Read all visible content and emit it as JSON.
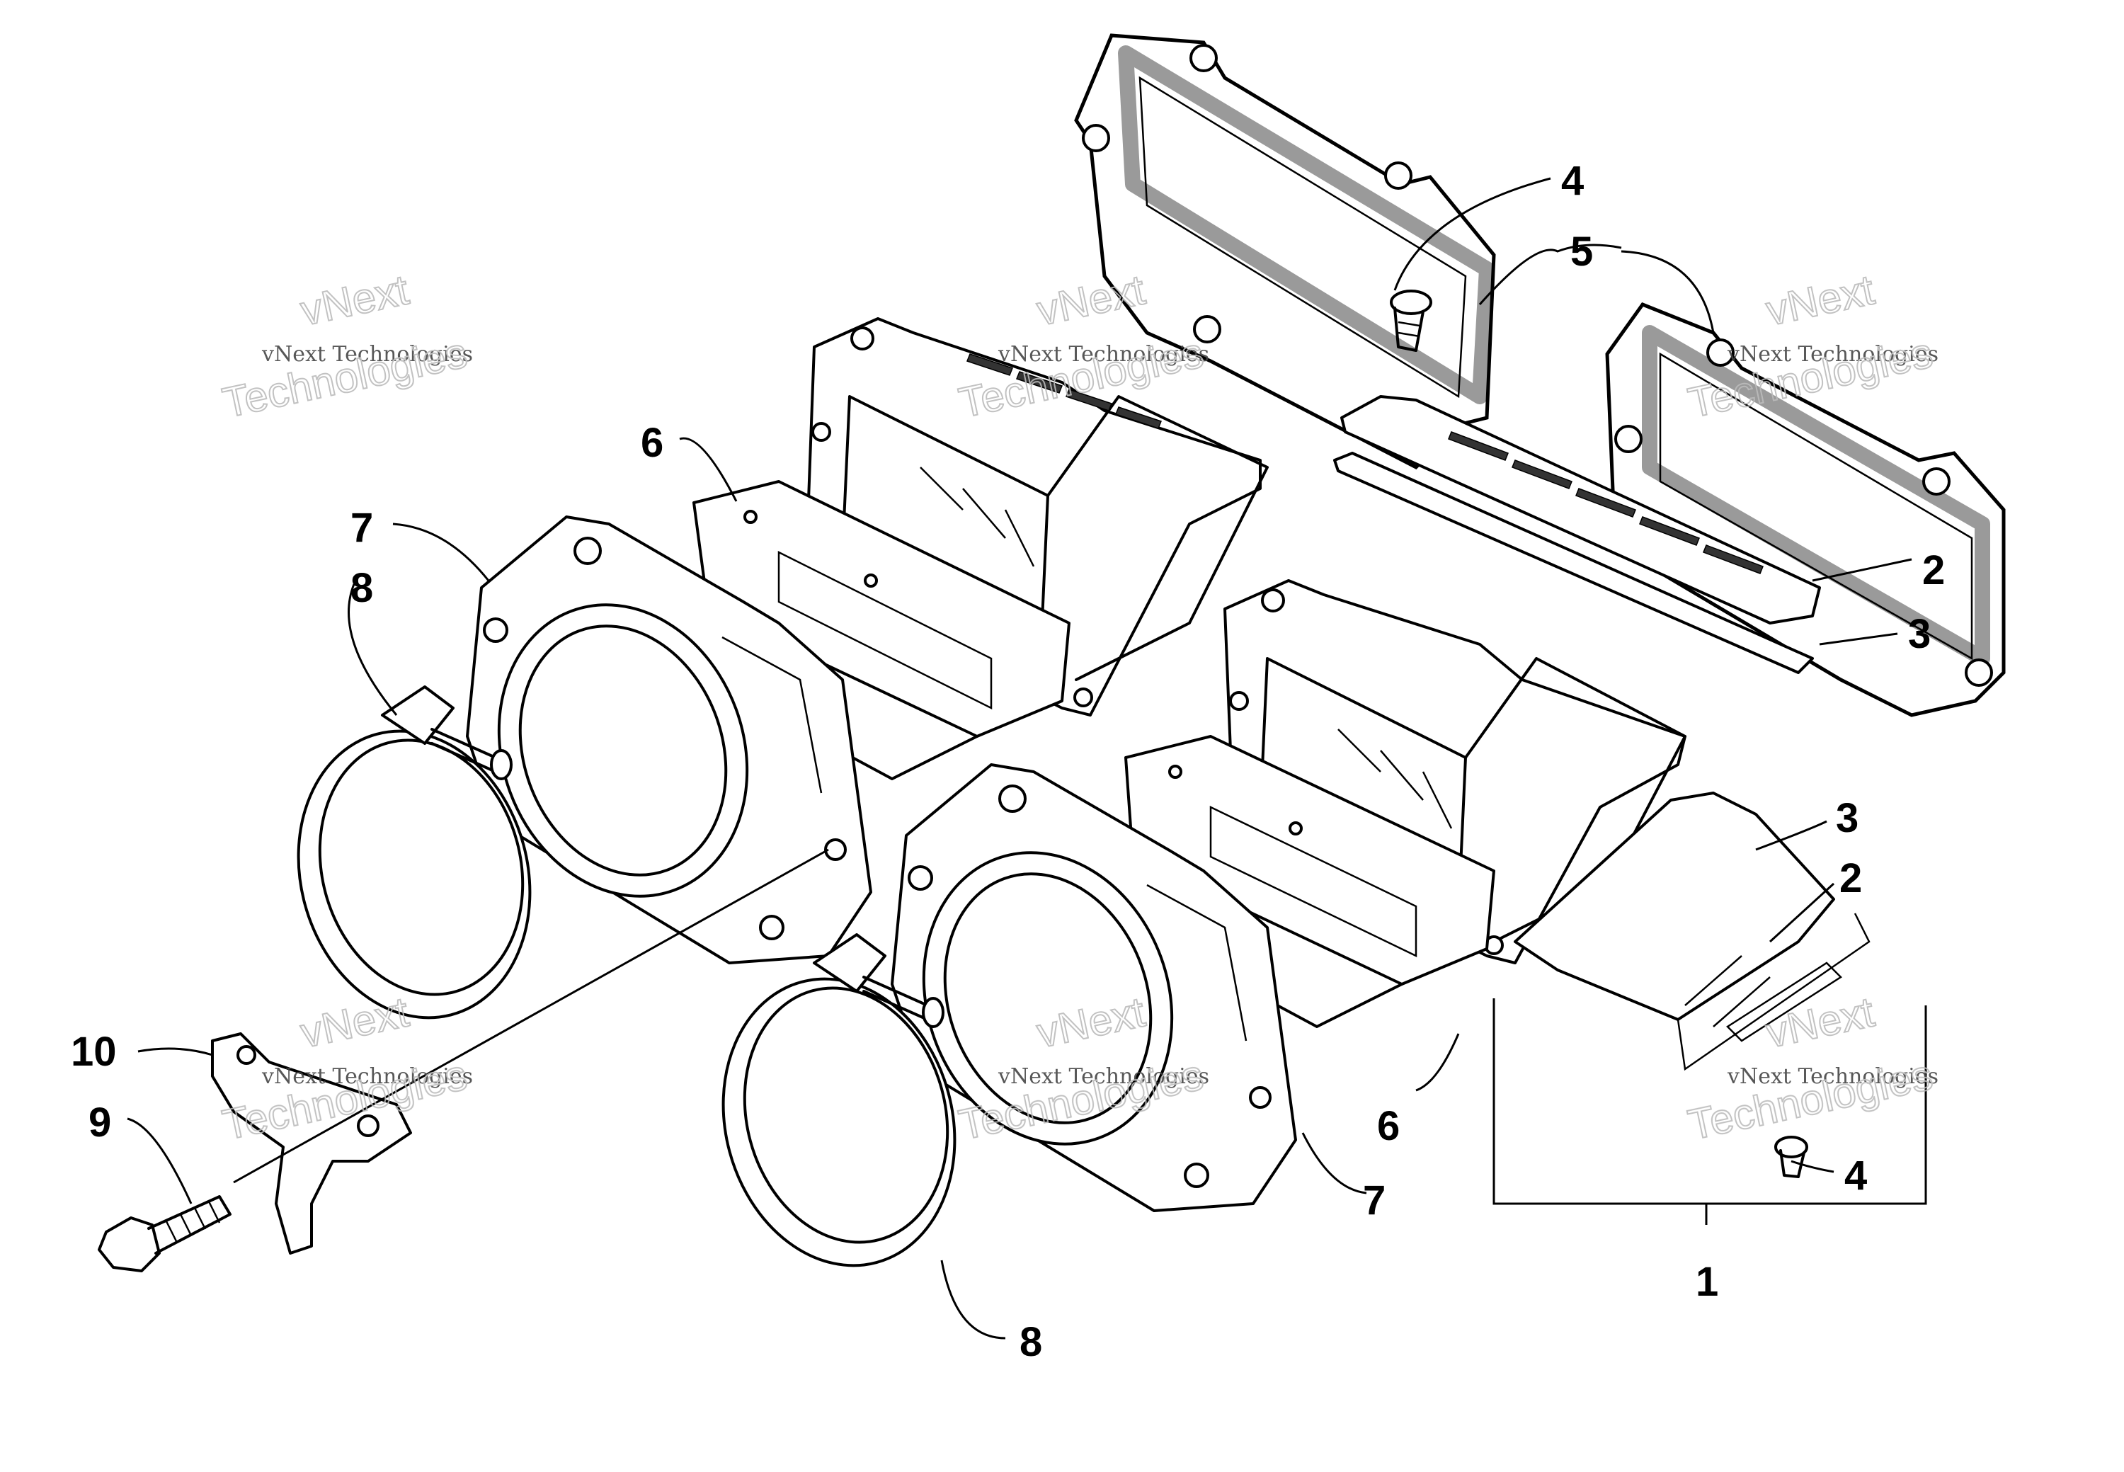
{
  "callouts": {
    "c1": "1",
    "c2a": "2",
    "c2b": "2",
    "c3a": "3",
    "c3b": "3",
    "c4a": "4",
    "c4b": "4",
    "c5": "5",
    "c6a": "6",
    "c6b": "6",
    "c7a": "7",
    "c7b": "7",
    "c8a": "8",
    "c8b": "8",
    "c9": "9",
    "c10": "10"
  },
  "watermark": {
    "line1": "vNext Technologies",
    "line2": "vNext",
    "line3": "Technologies"
  }
}
